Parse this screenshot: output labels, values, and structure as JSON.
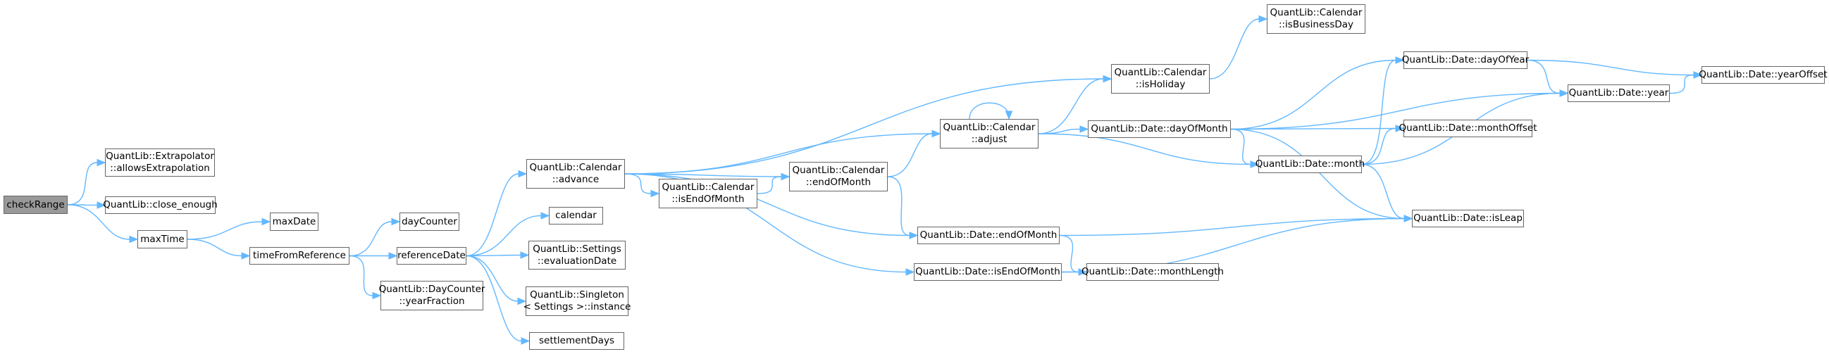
{
  "colors": {
    "edge": "#63b8ff",
    "node_border": "#666666",
    "root_fill": "#999999"
  },
  "nodes": {
    "n_check": {
      "lines": [
        "checkRange"
      ],
      "root": true
    },
    "n_allows": {
      "lines": [
        "QuantLib::Extrapolator",
        "::allowsExtrapolation"
      ]
    },
    "n_close": {
      "lines": [
        "QuantLib::close_enough"
      ]
    },
    "n_maxtime": {
      "lines": [
        "maxTime"
      ]
    },
    "n_maxdate": {
      "lines": [
        "maxDate"
      ]
    },
    "n_tfr": {
      "lines": [
        "timeFromReference"
      ]
    },
    "n_daycounter": {
      "lines": [
        "dayCounter"
      ]
    },
    "n_refdate": {
      "lines": [
        "referenceDate"
      ]
    },
    "n_yearfrac": {
      "lines": [
        "QuantLib::DayCounter",
        "::yearFraction"
      ]
    },
    "n_advance": {
      "lines": [
        "QuantLib::Calendar",
        "::advance"
      ]
    },
    "n_calendar": {
      "lines": [
        "calendar"
      ]
    },
    "n_evaldate": {
      "lines": [
        "QuantLib::Settings",
        "::evaluationDate"
      ]
    },
    "n_singleton": {
      "lines": [
        "QuantLib::Singleton",
        "< Settings >::instance"
      ]
    },
    "n_settle": {
      "lines": [
        "settlementDays"
      ]
    },
    "n_calisend": {
      "lines": [
        "QuantLib::Calendar",
        "::isEndOfMonth"
      ]
    },
    "n_calend": {
      "lines": [
        "QuantLib::Calendar",
        "::endOfMonth"
      ]
    },
    "n_adjust": {
      "lines": [
        "QuantLib::Calendar",
        "::adjust"
      ]
    },
    "n_isholiday": {
      "lines": [
        "QuantLib::Calendar",
        "::isHoliday"
      ]
    },
    "n_isbusiness": {
      "lines": [
        "QuantLib::Calendar",
        "::isBusinessDay"
      ]
    },
    "n_dom": {
      "lines": [
        "QuantLib::Date::dayOfMonth"
      ]
    },
    "n_dateeom": {
      "lines": [
        "QuantLib::Date::endOfMonth"
      ]
    },
    "n_dateiseom": {
      "lines": [
        "QuantLib::Date::isEndOfMonth"
      ]
    },
    "n_doy": {
      "lines": [
        "QuantLib::Date::dayOfYear"
      ]
    },
    "n_month": {
      "lines": [
        "QuantLib::Date::month"
      ]
    },
    "n_mlen": {
      "lines": [
        "QuantLib::Date::monthLength"
      ]
    },
    "n_year": {
      "lines": [
        "QuantLib::Date::year"
      ]
    },
    "n_moff": {
      "lines": [
        "QuantLib::Date::monthOffset"
      ]
    },
    "n_isleap": {
      "lines": [
        "QuantLib::Date::isLeap"
      ]
    },
    "n_yoff": {
      "lines": [
        "QuantLib::Date::yearOffset"
      ]
    }
  },
  "edges": [
    [
      "n_check",
      "n_allows"
    ],
    [
      "n_check",
      "n_close"
    ],
    [
      "n_check",
      "n_maxtime"
    ],
    [
      "n_maxtime",
      "n_maxdate"
    ],
    [
      "n_maxtime",
      "n_tfr"
    ],
    [
      "n_tfr",
      "n_daycounter"
    ],
    [
      "n_tfr",
      "n_refdate"
    ],
    [
      "n_tfr",
      "n_yearfrac"
    ],
    [
      "n_refdate",
      "n_advance"
    ],
    [
      "n_refdate",
      "n_calendar"
    ],
    [
      "n_refdate",
      "n_evaldate"
    ],
    [
      "n_refdate",
      "n_singleton"
    ],
    [
      "n_refdate",
      "n_settle"
    ],
    [
      "n_advance",
      "n_isholiday"
    ],
    [
      "n_advance",
      "n_adjust"
    ],
    [
      "n_advance",
      "n_calend"
    ],
    [
      "n_advance",
      "n_calisend"
    ],
    [
      "n_advance",
      "n_dateeom"
    ],
    [
      "n_advance",
      "n_dateiseom"
    ],
    [
      "n_calisend",
      "n_calend"
    ],
    [
      "n_calend",
      "n_adjust"
    ],
    [
      "n_calend",
      "n_dateeom"
    ],
    [
      "n_adjust",
      "n_adjust"
    ],
    [
      "n_adjust",
      "n_isholiday"
    ],
    [
      "n_adjust",
      "n_dom"
    ],
    [
      "n_adjust",
      "n_month"
    ],
    [
      "n_isholiday",
      "n_isbusiness"
    ],
    [
      "n_dom",
      "n_doy"
    ],
    [
      "n_dom",
      "n_year"
    ],
    [
      "n_dom",
      "n_month"
    ],
    [
      "n_dom",
      "n_moff"
    ],
    [
      "n_dom",
      "n_isleap"
    ],
    [
      "n_dateeom",
      "n_isleap"
    ],
    [
      "n_dateeom",
      "n_mlen"
    ],
    [
      "n_dateiseom",
      "n_mlen"
    ],
    [
      "n_dateiseom",
      "n_isleap"
    ],
    [
      "n_doy",
      "n_yoff"
    ],
    [
      "n_doy",
      "n_year"
    ],
    [
      "n_month",
      "n_doy"
    ],
    [
      "n_month",
      "n_moff"
    ],
    [
      "n_month",
      "n_year"
    ],
    [
      "n_month",
      "n_isleap"
    ],
    [
      "n_year",
      "n_yoff"
    ]
  ]
}
